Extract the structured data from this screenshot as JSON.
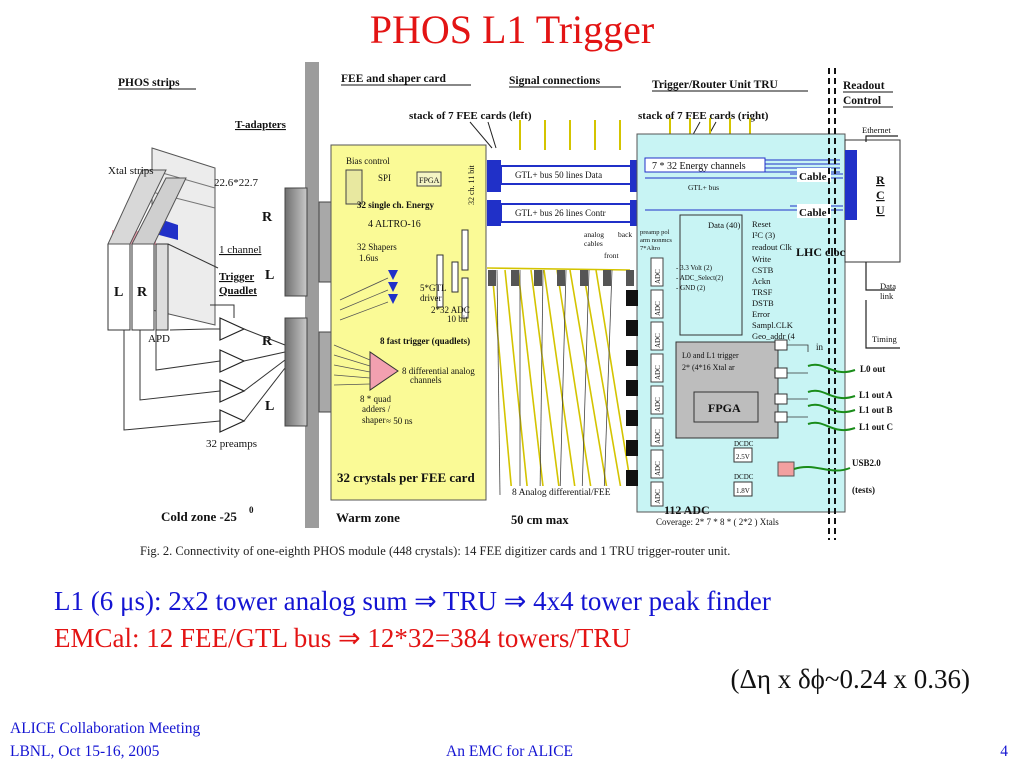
{
  "slide": {
    "title": "PHOS L1 Trigger",
    "line1": "L1 (6 μs): 2x2 tower analog sum ⇒ TRU ⇒ 4x4 tower peak finder",
    "line2": "EMCal: 12 FEE/GTL bus ⇒ 12*32=384 towers/TRU",
    "line3": "(Δη x δϕ~0.24 x 0.36)",
    "footer_left_1": "ALICE Collaboration Meeting",
    "footer_left_2": "LBNL, Oct 15-16, 2005",
    "footer_center": "An EMC for ALICE",
    "page_number": "4"
  },
  "figure": {
    "caption": "Fig. 2.  Connectivity of one-eighth PHOS module (448 crystals): 14 FEE digitizer cards and 1 TRU trigger-router unit.",
    "headers": {
      "phos_strips": "PHOS  strips",
      "fee_card": "FEE and shaper card",
      "signal": "Signal connections",
      "tru": "Trigger/Router Unit TRU",
      "readout": "Readout",
      "control": "Control"
    },
    "left": {
      "t_adapters": "T-adapters",
      "xtal_strips": "Xtal strips",
      "dims": "22.6*22.7",
      "one_channel": "1 channel",
      "trigger": "Trigger",
      "quadlet": "Quadlet",
      "apd": "APD",
      "preamps": "32 preamps",
      "L": "L",
      "R": "R",
      "cold_zone": "Cold zone  -25",
      "deg": "0"
    },
    "fee": {
      "bias": "Bias control",
      "spi": "SPI",
      "fpga": "FPGA",
      "single": "32 single ch. Energy",
      "altro": "4  ALTRO-16",
      "shapers1": "32 Shapers",
      "shapers2": "1.6us",
      "gtl1": "5*GTL",
      "gtl2": "driver",
      "adc1": "2*32 ADC",
      "adc2": "10 bit",
      "fast": "8  fast trigger (quadlets)",
      "diff1": "8 differential analog",
      "diff2": "channels",
      "quad1": "8 *  quad",
      "quad2": "adders /",
      "quad3": "shaper",
      "ns": "≈ 50 ns",
      "crystals": "32 crystals  per FEE card",
      "warm": "Warm zone",
      "vertical": "32 ch. 11 bit"
    },
    "signal": {
      "left_stack": "stack of 7 FEE cards (left)",
      "bus1": "GTL+ bus  50 lines Data",
      "bus2": "GTL+ bus  26 lines Contr",
      "max": "50 cm max",
      "analog_diff": "8 Analog differential/FEE"
    },
    "tru": {
      "right_stack": "stack of 7 FEE cards (right)",
      "energy": "7 * 32 Energy channels",
      "gtl_bus": "GTL+ bus",
      "data40": "Data (40)",
      "analog_cables1": "analog",
      "analog_cables2": "cables",
      "back": "back",
      "front": "front",
      "pre_amp1": "preamp pol",
      "pre_amp2": "arm nonmcs",
      "pre_amp3": "7*Altro",
      "v1": "- 3.3 Volt (2)",
      "v2": "- ADC_Select(2)",
      "v3": "- GND (2)",
      "reset": "Reset",
      "i2c": "I²C (3)",
      "rdclk": "readout Clk",
      "write": "Write",
      "cstb": "CSTB",
      "ackn": "Ackn",
      "trsf": "TRSF",
      "dstb": "DSTB",
      "error": "Error",
      "sampl": "Sampl.CLK",
      "geo": "Geo_addr (4",
      "l0l1_1": "L0 and L1 trigger",
      "l0l1_2": "2* (4*16  Xtal ar",
      "fpga": "FPGA",
      "dcdc1": "DCDC",
      "v25": "2.5V",
      "dcdc2": "DCDC",
      "v18": "1.8V",
      "adc_label": "ADC",
      "adc_count": "112 ADC",
      "coverage": "Coverage: 2* 7 * 8 *  ( 2*2 ) Xtals",
      "cable1": "Cable",
      "cable2": "Cable",
      "lhc": "LHC clock",
      "in": "in",
      "l0out": "L0 out",
      "l1a": "L1 out A",
      "l1b": "L1 out B",
      "l1c": "L1 out C",
      "usb": "USB2.0",
      "tests": "(tests)"
    },
    "rcu": {
      "ethernet": "Ethernet",
      "r": "R",
      "c": "C",
      "u": "U",
      "data": "Data",
      "link": "link",
      "timing": "Timing"
    }
  }
}
